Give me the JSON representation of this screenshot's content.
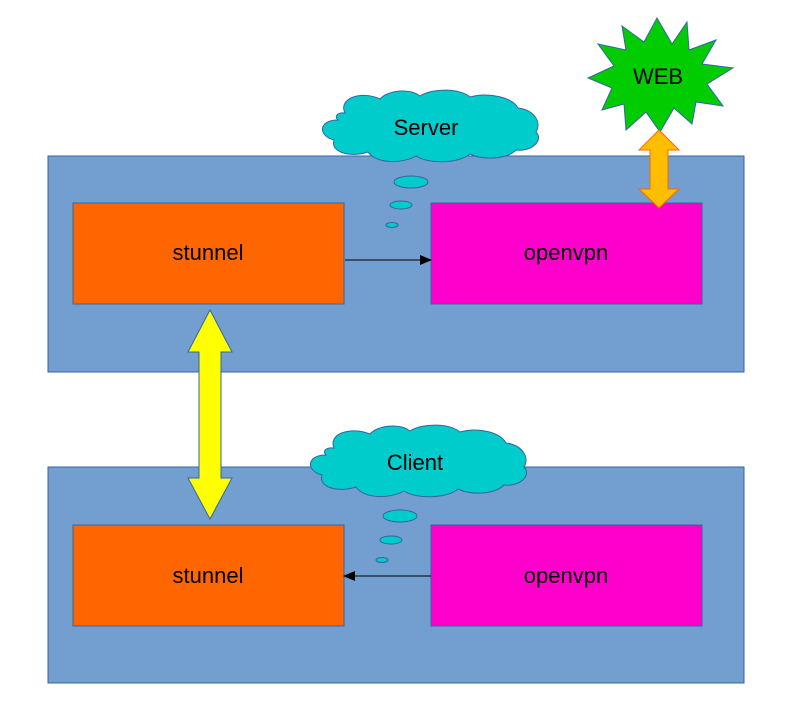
{
  "server": {
    "callout": "Server",
    "stunnel_label": "stunnel",
    "openvpn_label": "openvpn"
  },
  "client": {
    "callout": "Client",
    "stunnel_label": "stunnel",
    "openvpn_label": "openvpn"
  },
  "web": {
    "label": "WEB"
  },
  "colors": {
    "host_panel": "#729fcf",
    "stunnel": "#ff6600",
    "openvpn": "#ff00cc",
    "cloud": "#00cccc",
    "web_burst": "#00cc00",
    "tunnel_arrow": "#ffff00",
    "web_arrow": "#ffbf00"
  }
}
